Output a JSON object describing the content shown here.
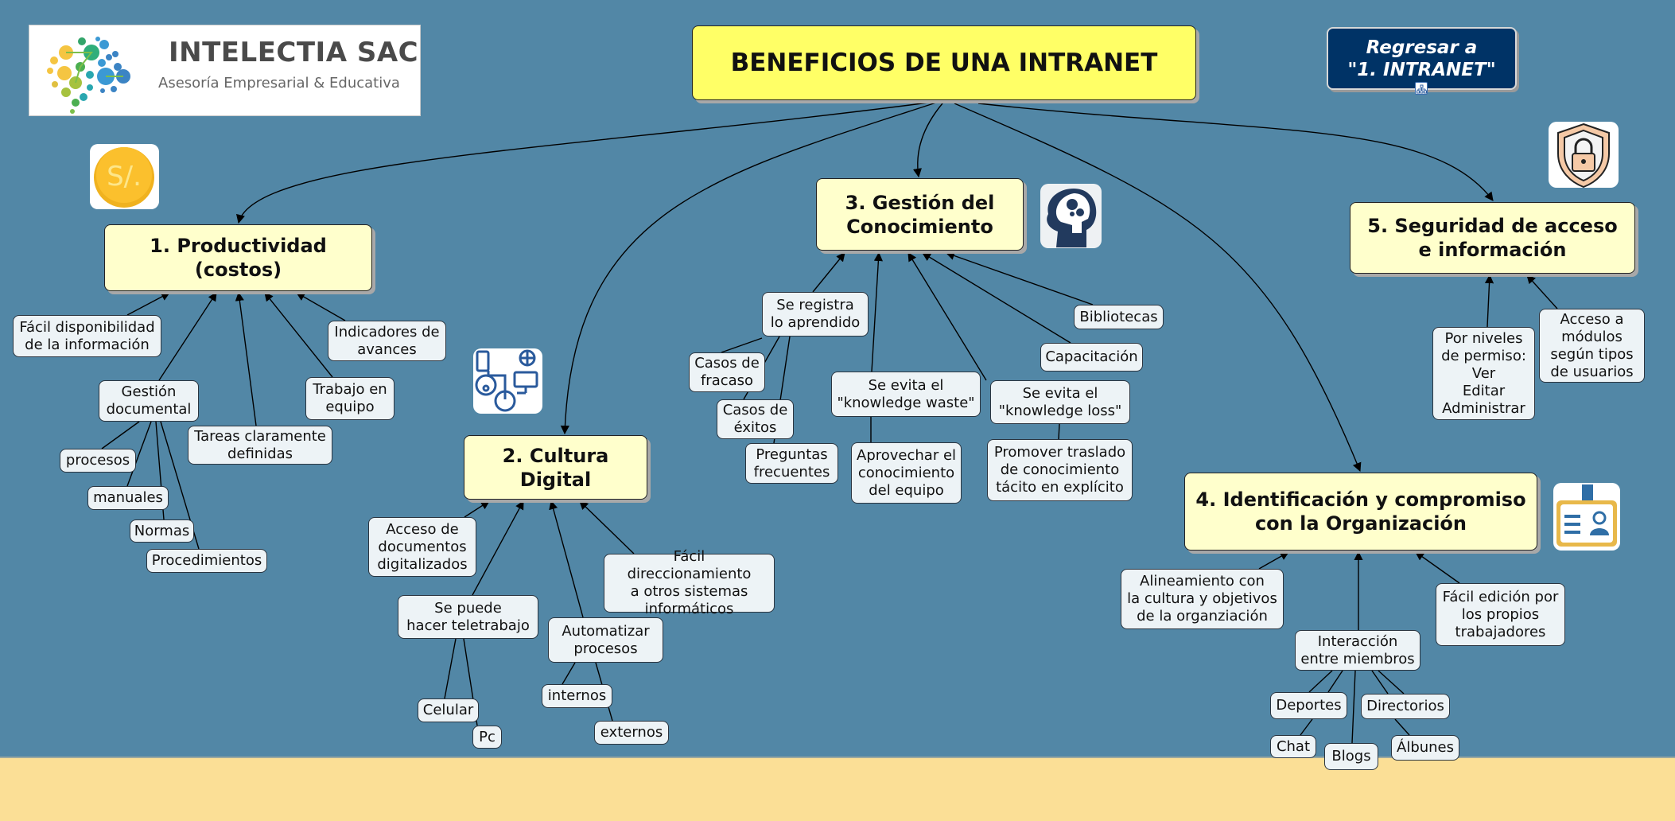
{
  "title": "BENEFICIOS DE UNA INTRANET",
  "logo": {
    "name": "INTELECTIA SAC",
    "tagline": "Asesoría Empresarial & Educativa"
  },
  "back_button": {
    "label": "Regresar a\n\"1. INTRANET\""
  },
  "colors": {
    "background": "#5287A6",
    "band": "#FBDF96",
    "title_fill": "#FFFF66",
    "main_fill": "#FFFFCC",
    "leaf_fill": "#EDF3F6",
    "back_fill": "#003366"
  },
  "icons": {
    "n1": "coin-icon",
    "n2": "digital-network-icon",
    "n3": "brain-gears-icon",
    "n4": "id-badge-icon",
    "n5": "shield-lock-icon",
    "back": "concept-map-link-icon"
  },
  "nodes": {
    "n1": "1. Productividad\n(costos)",
    "n2": "2. Cultura\nDigital",
    "n3": "3. Gestión del\nConocimiento",
    "n4": "4. Identificación y compromiso\ncon la Organización",
    "n5": "5. Seguridad de acceso\ne información",
    "facil_disp": "Fácil disponibilidad\nde la información",
    "indicadores": "Indicadores de\navances",
    "gestion_doc": "Gestión\ndocumental",
    "trabajo": "Trabajo en\nequipo",
    "tareas": "Tareas claramente\ndefinidas",
    "procesos": "procesos",
    "manuales": "manuales",
    "normas": "Normas",
    "procedimientos": "Procedimientos",
    "acceso_docs": "Acceso de\ndocumentos\ndigitalizados",
    "teletrabajo": "Se puede\nhacer teletrabajo",
    "facil_dir": "Fácil direccionamiento\na otros sistemas\ninformáticos",
    "automatizar": "Automatizar\nprocesos",
    "celular": "Celular",
    "pc": "Pc",
    "internos": "internos",
    "externos": "externos",
    "se_registra": "Se registra\nlo aprendido",
    "fracaso": "Casos de\nfracaso",
    "exitos": "Casos de\néxitos",
    "preguntas": "Preguntas\nfrecuentes",
    "waste": "Se evita el\n\"knowledge waste\"",
    "aprovechar": "Aprovechar el\nconocimiento\ndel equipo",
    "loss": "Se evita el\n\"knowledge loss\"",
    "promover": "Promover traslado\nde conocimiento\ntácito en explícito",
    "capacitacion": "Capacitación",
    "bibliotecas": "Bibliotecas",
    "niveles": "Por niveles\nde permiso:\nVer\nEditar\nAdministrar",
    "modulos": "Acceso a\nmódulos\nsegún tipos\nde usuarios",
    "alineamiento": "Alineamiento con\nla cultura y objetivos\nde la organziación",
    "facil_edicion": "Fácil edición por\nlos propios\ntrabajadores",
    "interaccion": "Interacción\nentre miembros",
    "deportes": "Deportes",
    "directorios": "Directorios",
    "chat": "Chat",
    "blogs": "Blogs",
    "albunes": "Álbunes"
  }
}
